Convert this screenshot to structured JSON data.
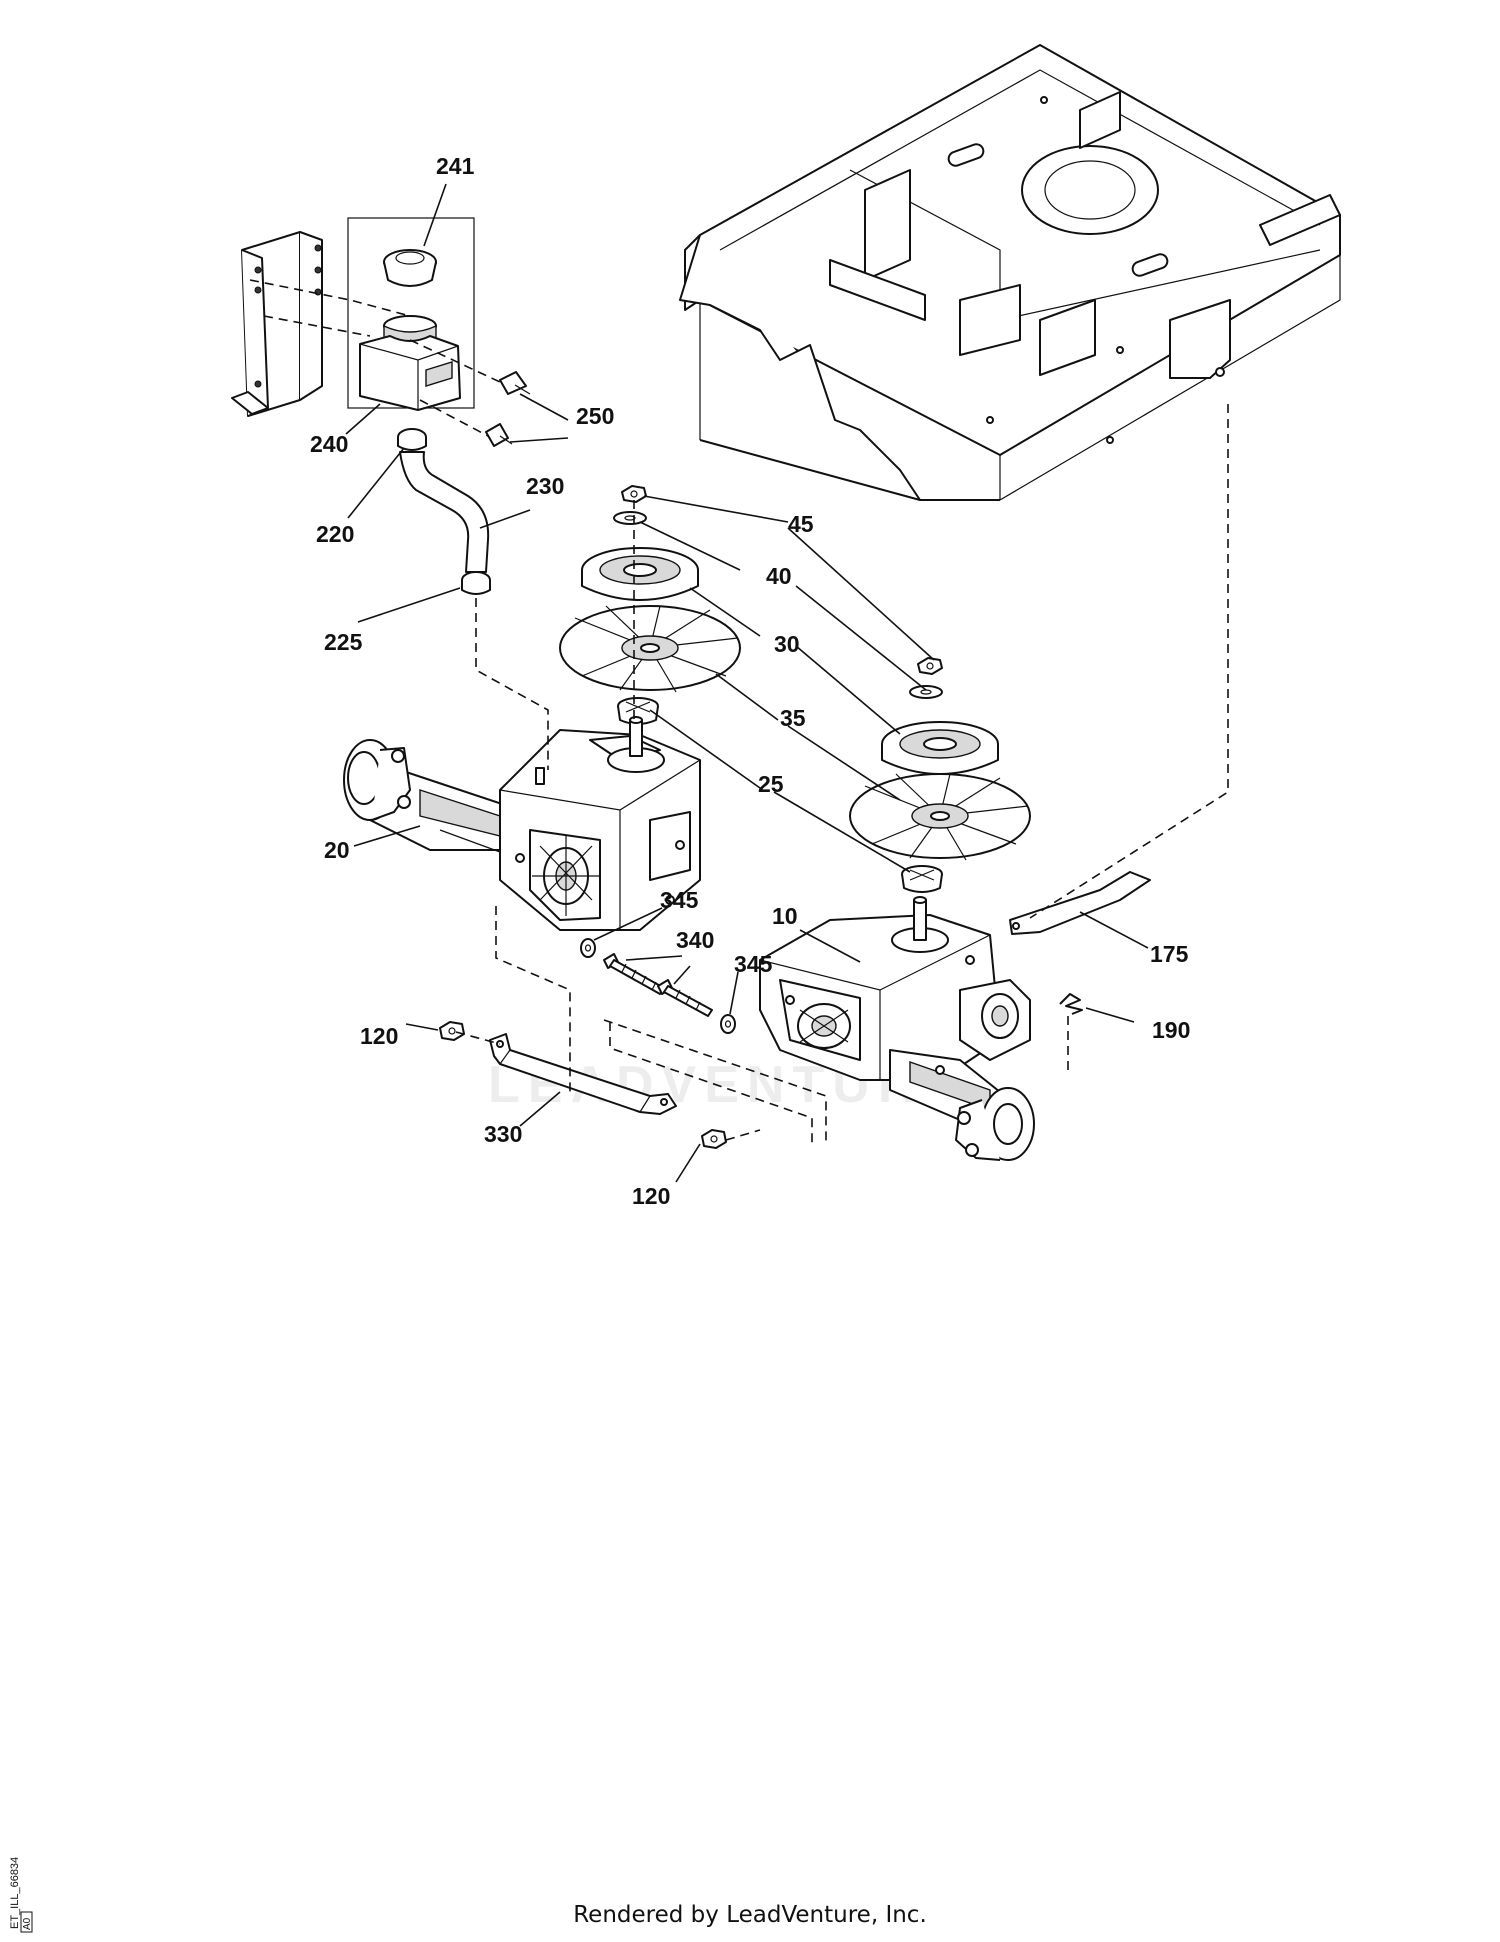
{
  "diagram": {
    "callouts": {
      "c241": "241",
      "c240": "240",
      "c250": "250",
      "c220": "220",
      "c230": "230",
      "c225": "225",
      "c45": "45",
      "c40": "40",
      "c30": "30",
      "c35": "35",
      "c25": "25",
      "c20": "20",
      "c10": "10",
      "c345a": "345",
      "c340": "340",
      "c345b": "345",
      "c175": "175",
      "c190": "190",
      "c120a": "120",
      "c330": "330",
      "c120b": "120"
    },
    "watermark": "LEADVENTURE",
    "drawing_code": "ET_ILL_66834",
    "drawing_rev": "A0"
  },
  "footer": {
    "text": "Rendered by LeadVenture, Inc."
  }
}
